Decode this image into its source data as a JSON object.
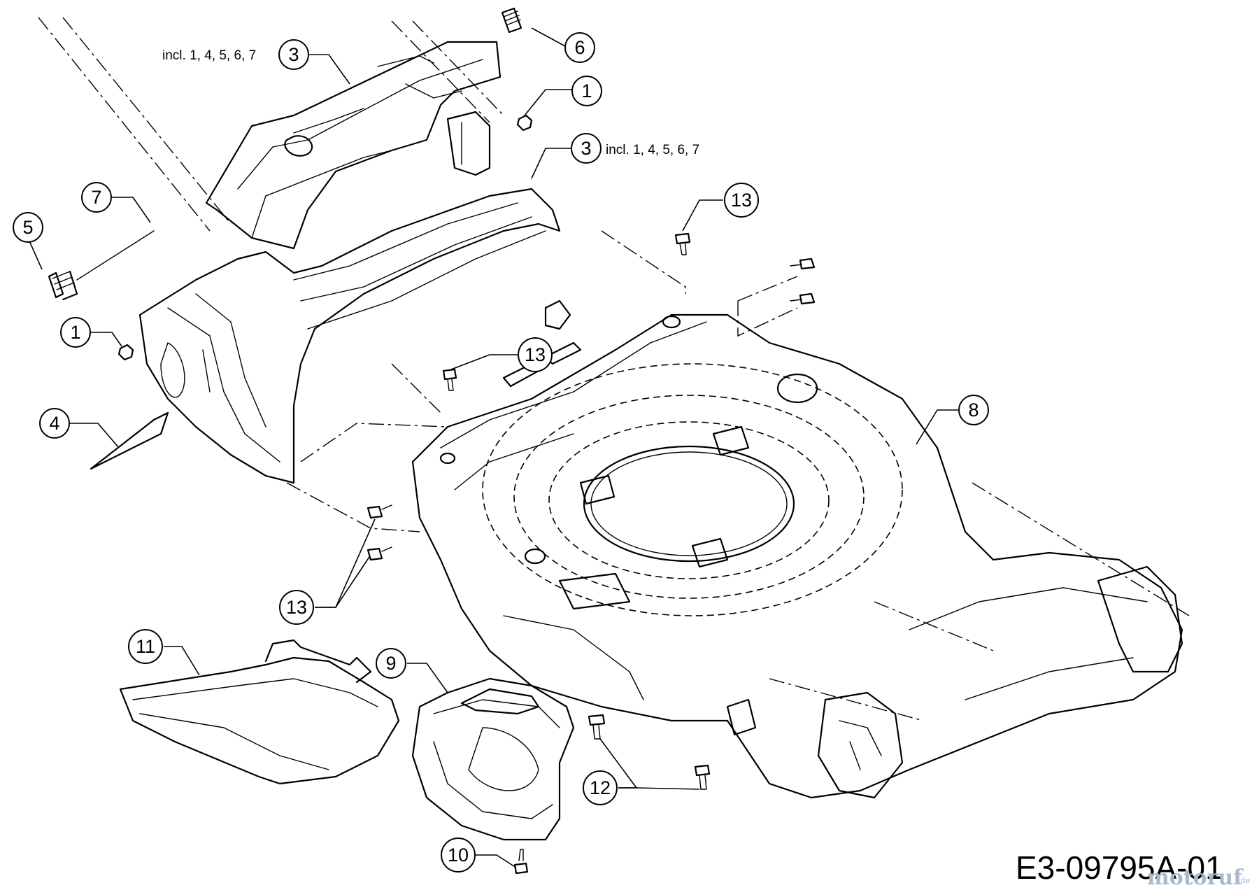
{
  "callouts": [
    {
      "label": "3",
      "note": "incl. 1, 4, 5, 6, 7"
    },
    {
      "label": "6"
    },
    {
      "label": "1"
    },
    {
      "label": "3",
      "note": "incl. 1, 4, 5, 6, 7"
    },
    {
      "label": "7"
    },
    {
      "label": "5"
    },
    {
      "label": "13"
    },
    {
      "label": "1"
    },
    {
      "label": "13"
    },
    {
      "label": "8"
    },
    {
      "label": "4"
    },
    {
      "label": "13"
    },
    {
      "label": "11"
    },
    {
      "label": "9"
    },
    {
      "label": "12"
    },
    {
      "label": "10"
    }
  ],
  "drawing_number": "E3-09795A-01",
  "watermark": {
    "text": "motoruf",
    "suffix": ".de"
  }
}
